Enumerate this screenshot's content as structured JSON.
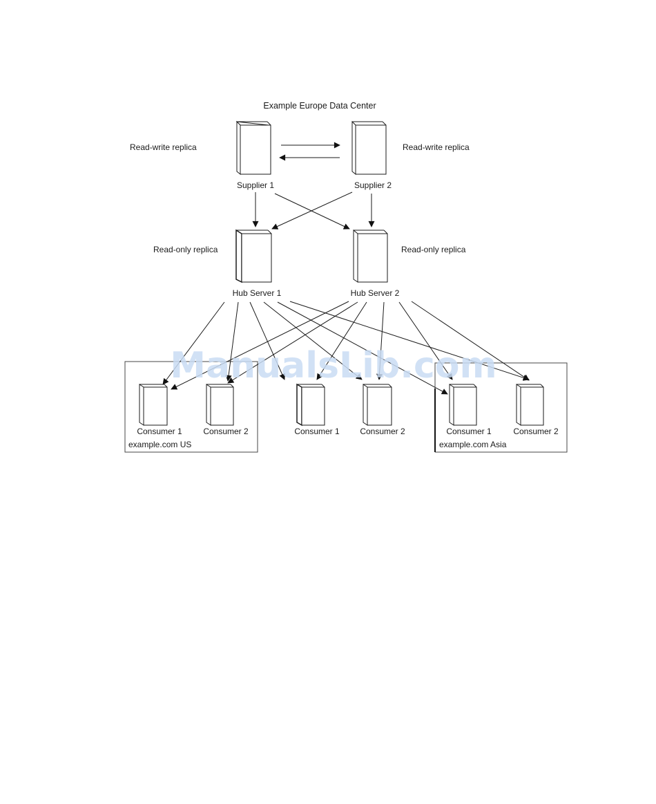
{
  "diagram": {
    "title": "Example Europe Data Center",
    "watermark": "ManualsLib.com",
    "roles": {
      "read_write_left": "Read-write replica",
      "read_write_right": "Read-write replica",
      "read_only_left": "Read-only replica",
      "read_only_right": "Read-only replica"
    },
    "nodes": {
      "supplier1": "Supplier 1",
      "supplier2": "Supplier 2",
      "hub1": "Hub Server 1",
      "hub2": "Hub Server 2",
      "us_consumer1": "Consumer 1",
      "us_consumer2": "Consumer 2",
      "mid_consumer1": "Consumer 1",
      "mid_consumer2": "Consumer 2",
      "asia_consumer1": "Consumer 1",
      "asia_consumer2": "Consumer 2"
    },
    "regions": {
      "us": "example.com US",
      "asia": "example.com Asia"
    }
  }
}
